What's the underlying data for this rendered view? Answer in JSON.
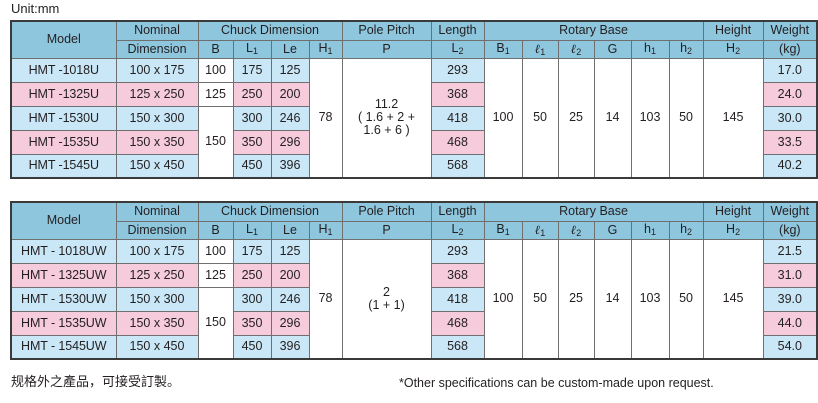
{
  "unit_label": "Unit:mm",
  "colors": {
    "header_blue": "#8ec6de",
    "row_blue": "#c9e7f7",
    "row_pink": "#f6ccdc",
    "white": "#ffffff",
    "border": "#6f6f6f",
    "text": "#231f20"
  },
  "headers": {
    "model": "Model",
    "nominal_dimension_l1": "Nominal",
    "nominal_dimension_l2": "Dimension",
    "chuck_dimension": "Chuck Dimension",
    "b": "B",
    "l1": "L",
    "l1_sub": "1",
    "le": "Le",
    "h1": "H",
    "h1_sub": "1",
    "pole_pitch": "Pole Pitch",
    "p": "P",
    "length": "Length",
    "l2": "L",
    "l2_sub": "2",
    "rotary_base": "Rotary Base",
    "b1": "B",
    "b1_sub": "1",
    "ell1": "ℓ",
    "ell1_sub": "1",
    "ell2": "ℓ",
    "ell2_sub": "2",
    "g": "G",
    "rh1": "h",
    "rh1_sub": "1",
    "rh2": "h",
    "rh2_sub": "2",
    "height": "Height",
    "h2": "H",
    "h2_sub": "2",
    "weight": "Weight",
    "weight_unit": "(kg)"
  },
  "table1": {
    "pole_pitch_value_line1": "11.2",
    "pole_pitch_value_line2": "( 1.6 + 2 +",
    "pole_pitch_value_line3": "1.6 + 6 )",
    "h1_value": "78",
    "rotary": {
      "b1": "100",
      "l1": "50",
      "l2": "25",
      "g": "14",
      "h1": "103",
      "h2": "50"
    },
    "height_value": "145",
    "b_groups": [
      {
        "value": "100",
        "span": 1
      },
      {
        "value": "125",
        "span": 1
      },
      {
        "value": "150",
        "span": 3
      }
    ],
    "rows": [
      {
        "model": "HMT -1018U",
        "nominal": "100 x 175",
        "l1": "175",
        "le": "125",
        "length": "293",
        "weight": "17.0",
        "shade": "blue"
      },
      {
        "model": "HMT -1325U",
        "nominal": "125 x 250",
        "l1": "250",
        "le": "200",
        "length": "368",
        "weight": "24.0",
        "shade": "pink"
      },
      {
        "model": "HMT -1530U",
        "nominal": "150 x 300",
        "l1": "300",
        "le": "246",
        "length": "418",
        "weight": "30.0",
        "shade": "blue"
      },
      {
        "model": "HMT -1535U",
        "nominal": "150 x 350",
        "l1": "350",
        "le": "296",
        "length": "468",
        "weight": "33.5",
        "shade": "pink"
      },
      {
        "model": "HMT -1545U",
        "nominal": "150 x 450",
        "l1": "450",
        "le": "396",
        "length": "568",
        "weight": "40.2",
        "shade": "blue"
      }
    ]
  },
  "table2": {
    "pole_pitch_value_line1": "2",
    "pole_pitch_value_line2": "(1 + 1)",
    "h1_value": "78",
    "rotary": {
      "b1": "100",
      "l1": "50",
      "l2": "25",
      "g": "14",
      "h1": "103",
      "h2": "50"
    },
    "height_value": "145",
    "b_groups": [
      {
        "value": "100",
        "span": 1
      },
      {
        "value": "125",
        "span": 1
      },
      {
        "value": "150",
        "span": 3
      }
    ],
    "rows": [
      {
        "model": "HMT - 1018UW",
        "nominal": "100 x 175",
        "l1": "175",
        "le": "125",
        "length": "293",
        "weight": "21.5",
        "shade": "blue"
      },
      {
        "model": "HMT - 1325UW",
        "nominal": "125 x 250",
        "l1": "250",
        "le": "200",
        "length": "368",
        "weight": "31.0",
        "shade": "pink"
      },
      {
        "model": "HMT - 1530UW",
        "nominal": "150 x 300",
        "l1": "300",
        "le": "246",
        "length": "418",
        "weight": "39.0",
        "shade": "blue"
      },
      {
        "model": "HMT - 1535UW",
        "nominal": "150 x 350",
        "l1": "350",
        "le": "296",
        "length": "468",
        "weight": "44.0",
        "shade": "pink"
      },
      {
        "model": "HMT - 1545UW",
        "nominal": "150 x 450",
        "l1": "450",
        "le": "396",
        "length": "568",
        "weight": "54.0",
        "shade": "blue"
      }
    ]
  },
  "footer": {
    "chinese": "规格外之產品，可接受訂製。",
    "chinese_prefix": "*",
    "english": "*Other specifications can be custom-made upon request."
  }
}
